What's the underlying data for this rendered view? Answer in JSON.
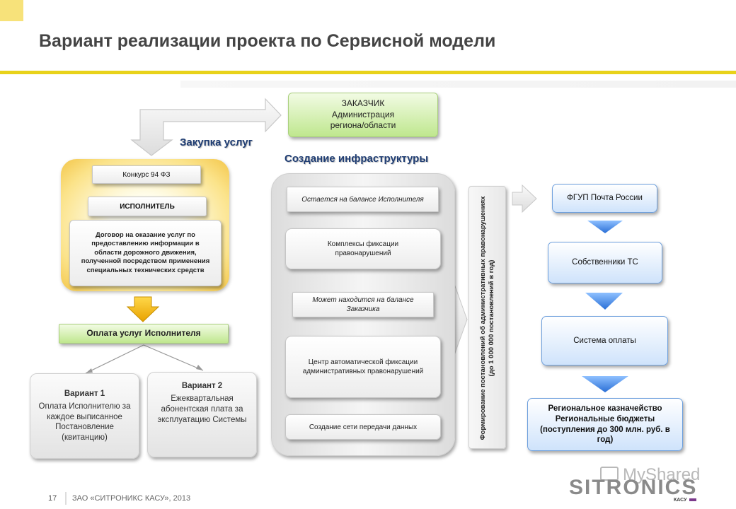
{
  "slide": {
    "title": "Вариант реализации проекта по Сервисной модели",
    "page_number": "17",
    "footer": "ЗАО «СИТРОНИКС КАСУ», 2013",
    "logo": "SITRONICS",
    "logo_sub": "КАСУ",
    "watermark": "MyShared"
  },
  "customer": {
    "title": "ЗАКАЗЧИК",
    "line1": "Администрация",
    "line2": "региона/области"
  },
  "left": {
    "purchase_label": "Закупка услуг",
    "contest": "Конкурс 94 ФЗ",
    "executor": "ИСПОЛНИТЕЛЬ",
    "contract": "Договор на оказание услуг по предоставлению информации в области дорожного движения, полученной посредством применения специальных технических средств",
    "payment": "Оплата услуг Исполнителя",
    "variant1": {
      "title": "Вариант 1",
      "text": "Оплата Исполнителю за каждое выписанное Постановление (квитанцию)"
    },
    "variant2": {
      "title": "Вариант 2",
      "text": "Ежеквартальная абонентская плата за эксплуатацию Системы"
    }
  },
  "infrastructure": {
    "title": "Создание инфраструктуры",
    "executor_balance": "Остается на балансе Исполнителя",
    "complexes": "Комплексы фиксации правонарушений",
    "customer_balance": "Может находится на балансе Заказчика",
    "center": "Центр автоматической фиксации административных правонарушений",
    "network": "Создание сети передачи данных"
  },
  "vertical_box": {
    "line1": "Формирование постановлений об административных правонарушениях",
    "line2": "(до 1 000 000 постановлений в год)"
  },
  "right_chain": {
    "post": "ФГУП Почта России",
    "owners": "Собственники ТС",
    "payment_system": "Система оплаты",
    "treasury": "Региональное казначейство Региональные бюджеты (поступления до 300 млн. руб. в год)"
  },
  "colors": {
    "accent_yellow": "#e8d21a",
    "heading_blue": "#1f3d73",
    "arrow_blue": "#3a7fe0",
    "arrow_gold": "#f0b400"
  }
}
